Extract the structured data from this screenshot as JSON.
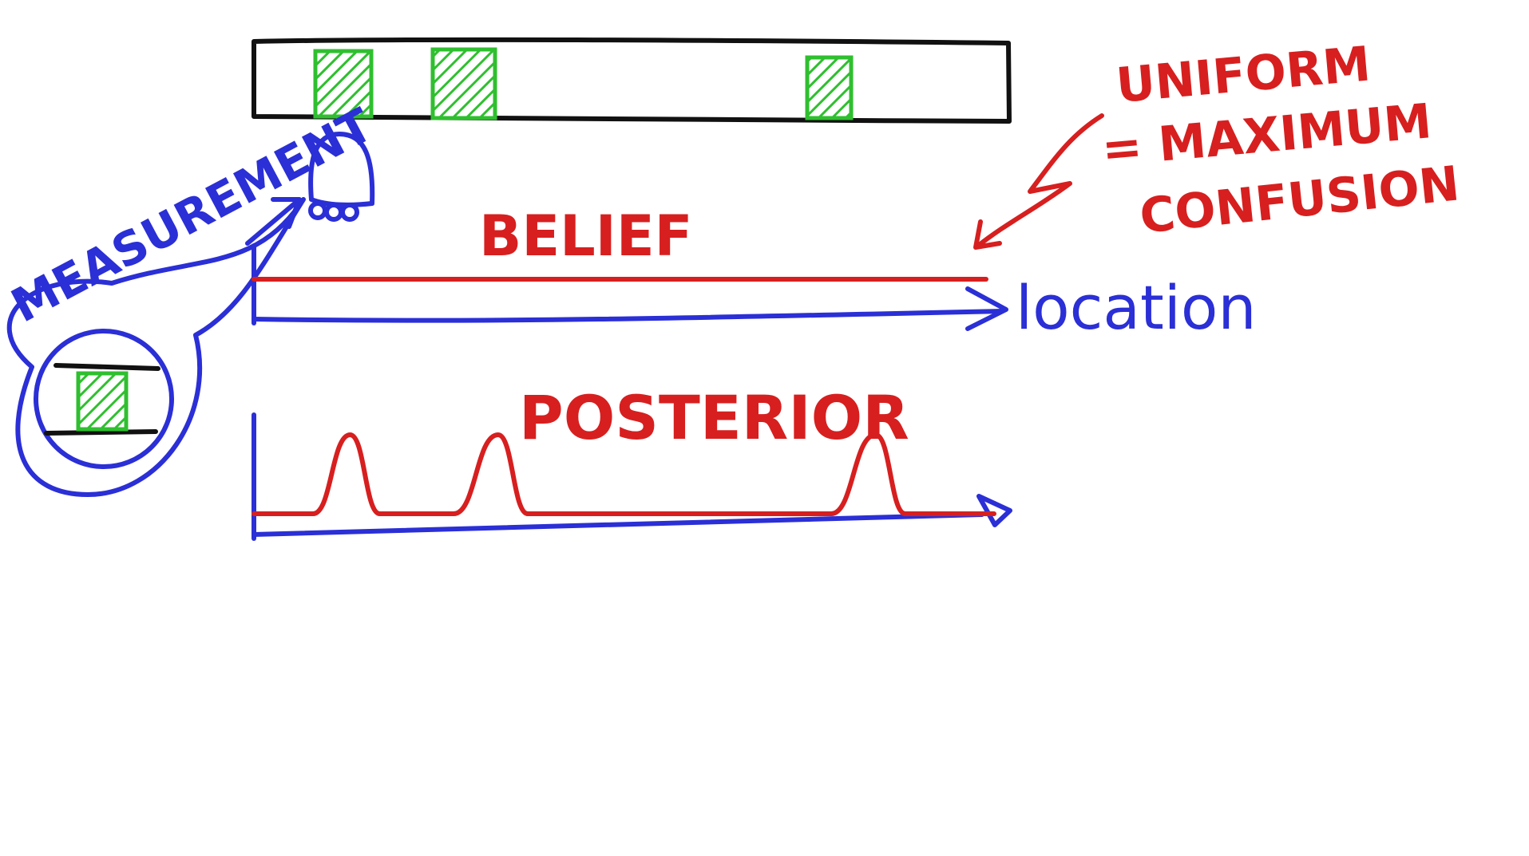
{
  "colors": {
    "red": "#d71f1f",
    "blue": "#2b2fd6",
    "green": "#2fbf2f",
    "black": "#111111",
    "background": "#ffffff"
  },
  "labels": {
    "measurement": "MEASUREMENT",
    "belief": "BELIEF",
    "posterior": "POSTERIOR",
    "location": "location",
    "uniform_line1": "UNIFORM",
    "uniform_line2": "= MAXIMUM",
    "uniform_line3": "CONFUSION"
  },
  "icons": {
    "robot": "robot-icon",
    "door": "door-icon"
  },
  "world": {
    "door_count": 3
  },
  "chart_data": [
    {
      "type": "line",
      "x": [
        0,
        1
      ],
      "y": [
        1,
        1
      ],
      "series": [
        {
          "values": [
            1,
            1
          ]
        }
      ]
    },
    {
      "type": "line",
      "x": [
        0,
        0.08,
        0.13,
        0.17,
        0.27,
        0.33,
        0.37,
        0.78,
        0.84,
        0.88,
        1
      ],
      "series": [
        {
          "values": [
            0.1,
            0.1,
            1,
            0.1,
            0.1,
            1,
            0.1,
            0.1,
            1,
            0.1,
            0.1
          ]
        }
      ]
    }
  ]
}
